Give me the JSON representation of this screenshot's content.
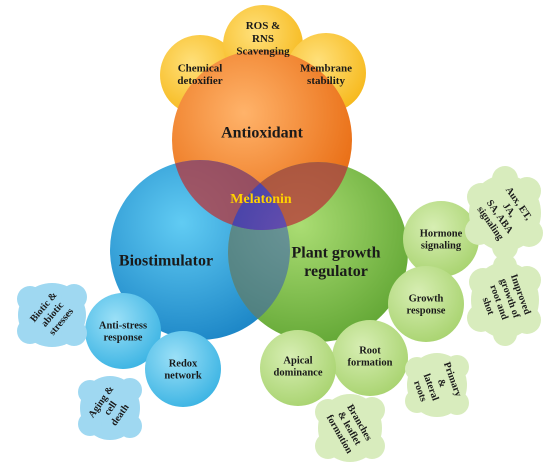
{
  "center": {
    "label": "Melatonin"
  },
  "main_circles": [
    {
      "key": "antioxidant",
      "label": "Antioxidant"
    },
    {
      "key": "biostimulator",
      "label": "Biostimulator"
    },
    {
      "key": "plant_growth_regulator",
      "label": "Plant growth regulator"
    }
  ],
  "antioxidant_branches": [
    {
      "label": "Chemical detoxifier"
    },
    {
      "label": "ROS & RNS Scavenging"
    },
    {
      "label": "Membrane stability"
    }
  ],
  "biostimulator_branches": [
    {
      "label": "Anti-stress response",
      "cloud": "Biotic & abiotic stresses"
    },
    {
      "label": "Redox network",
      "cloud": "Aging & cell death"
    }
  ],
  "growth_branches": [
    {
      "label": "Hormone signaling",
      "cloud": "Aux, ET, JA, SA, ABA signaling"
    },
    {
      "label": "Growth response",
      "cloud": "Improved growth of root and shot"
    },
    {
      "label": "Root formation",
      "cloud": "Primary & lateral roots"
    },
    {
      "label": "Apical dominance",
      "cloud": "Branches & leaflet formation"
    }
  ],
  "colors": {
    "antioxidant": "#f07a1e",
    "biostimulator": "#1a8fd0",
    "growth": "#6cb434",
    "center": "#b8363c",
    "yellow_node": "#f9c62b",
    "green_node": "#b9dd86",
    "blue_node": "#5bc2ea",
    "green_cloud": "#d8ecbd",
    "blue_cloud": "#9fd8f1",
    "label_white": "#ffffff",
    "label_dark": "#1a1a1a",
    "label_center": "#ffd200"
  }
}
